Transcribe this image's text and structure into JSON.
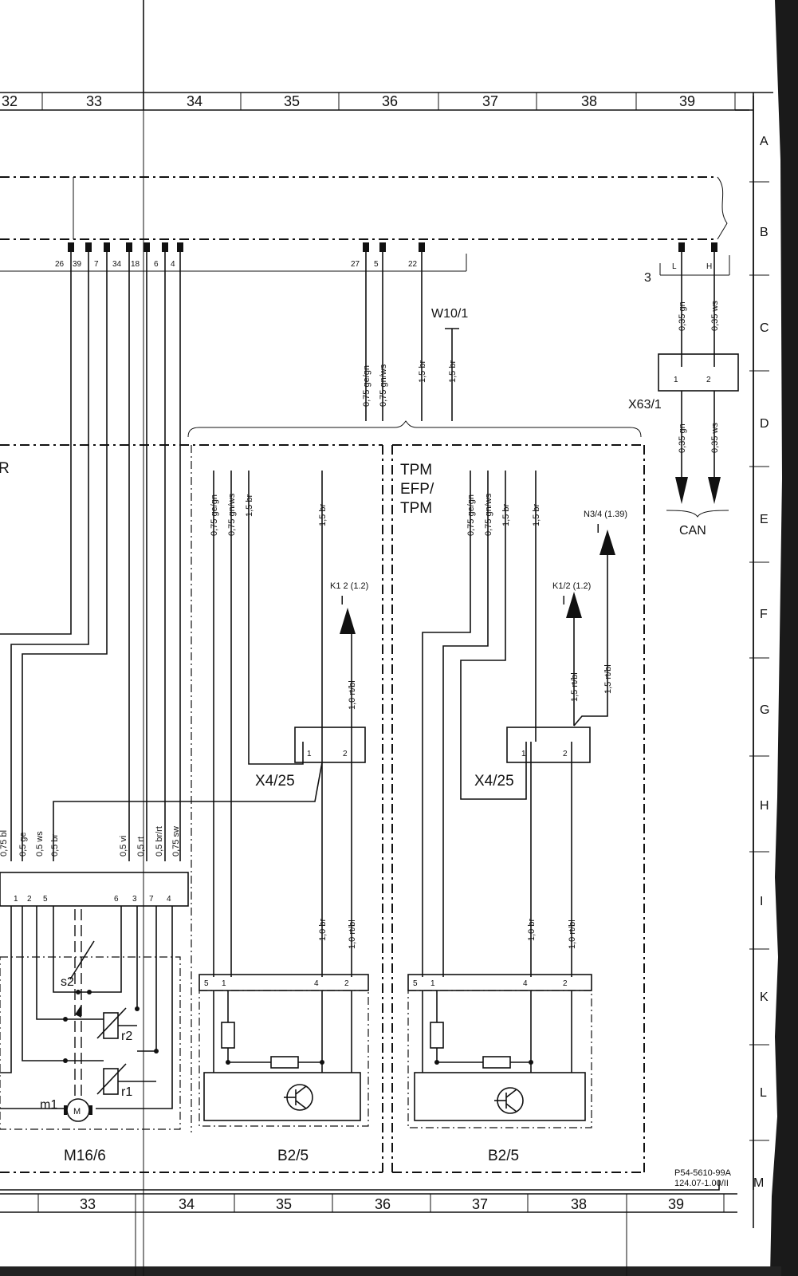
{
  "columns_top": [
    "32",
    "33",
    "34",
    "35",
    "36",
    "37",
    "38",
    "39"
  ],
  "columns_bottom": [
    "33",
    "34",
    "35",
    "36",
    "37",
    "38",
    "39"
  ],
  "rows": [
    "A",
    "B",
    "C",
    "D",
    "E",
    "F",
    "G",
    "H",
    "I",
    "K",
    "L",
    "M"
  ],
  "bus_pins_left": [
    "26",
    "39",
    "7",
    "34",
    "18",
    "6",
    "4"
  ],
  "bus_pins_mid": [
    "27",
    "5",
    "22"
  ],
  "bus_pins_can": [
    "L",
    "H"
  ],
  "can_bus_number": "3",
  "w10_label": "W10/1",
  "upper_wires": [
    "0,75 ge/gn",
    "0,75 gn/ws",
    "1,5 br",
    "1,5 br"
  ],
  "can_wires": [
    "0,35 gn",
    "0,35 ws"
  ],
  "x63_label": "X63/1",
  "x63_pins": [
    "1",
    "2"
  ],
  "can_label": "CAN",
  "r_label": "R",
  "tpm_label": [
    "TPM",
    "EFP/",
    "TPM"
  ],
  "left_group_wires": [
    "0,75 ge/gn",
    "0,75 gn/ws",
    "1,5 br",
    "1,5 br"
  ],
  "right_group_wires": [
    "0,75 ge/gn",
    "0,75 gn/ws",
    "1,5 br",
    "1,5 br"
  ],
  "k12_left": "K1 2 (1.2)",
  "k12_right": "K1/2 (1.2)",
  "n34_label": "N3/4 (1.39)",
  "ref_marker": "I",
  "rtbl_10": "1,0 rt/bl",
  "rtbl_15": "1,5 rt/bl",
  "x425_label": "X4/25",
  "x425_pins": [
    "1",
    "2"
  ],
  "m16_wires": [
    "0,75 bl",
    "0,5 ge",
    "0,5 ws",
    "0,5 br",
    "0,5 vi",
    "0,5 rt",
    "0,5 br/rt",
    "0,75 sw"
  ],
  "m16_pins": [
    "1",
    "2",
    "5",
    "6",
    "3",
    "7",
    "4"
  ],
  "lower_wires": [
    "1,0 br",
    "1,0 rt/bl"
  ],
  "b25_pins": [
    "5",
    "1",
    "4",
    "2"
  ],
  "s2_label": "s2",
  "r2_label": "r2",
  "r1_label": "r1",
  "m1_label": "m1",
  "motor_symbol": "M",
  "m16_label": "M16/6",
  "b25_label": "B2/5",
  "footer_code": [
    "P54-5610-99A",
    "124.07-1.00/II"
  ]
}
